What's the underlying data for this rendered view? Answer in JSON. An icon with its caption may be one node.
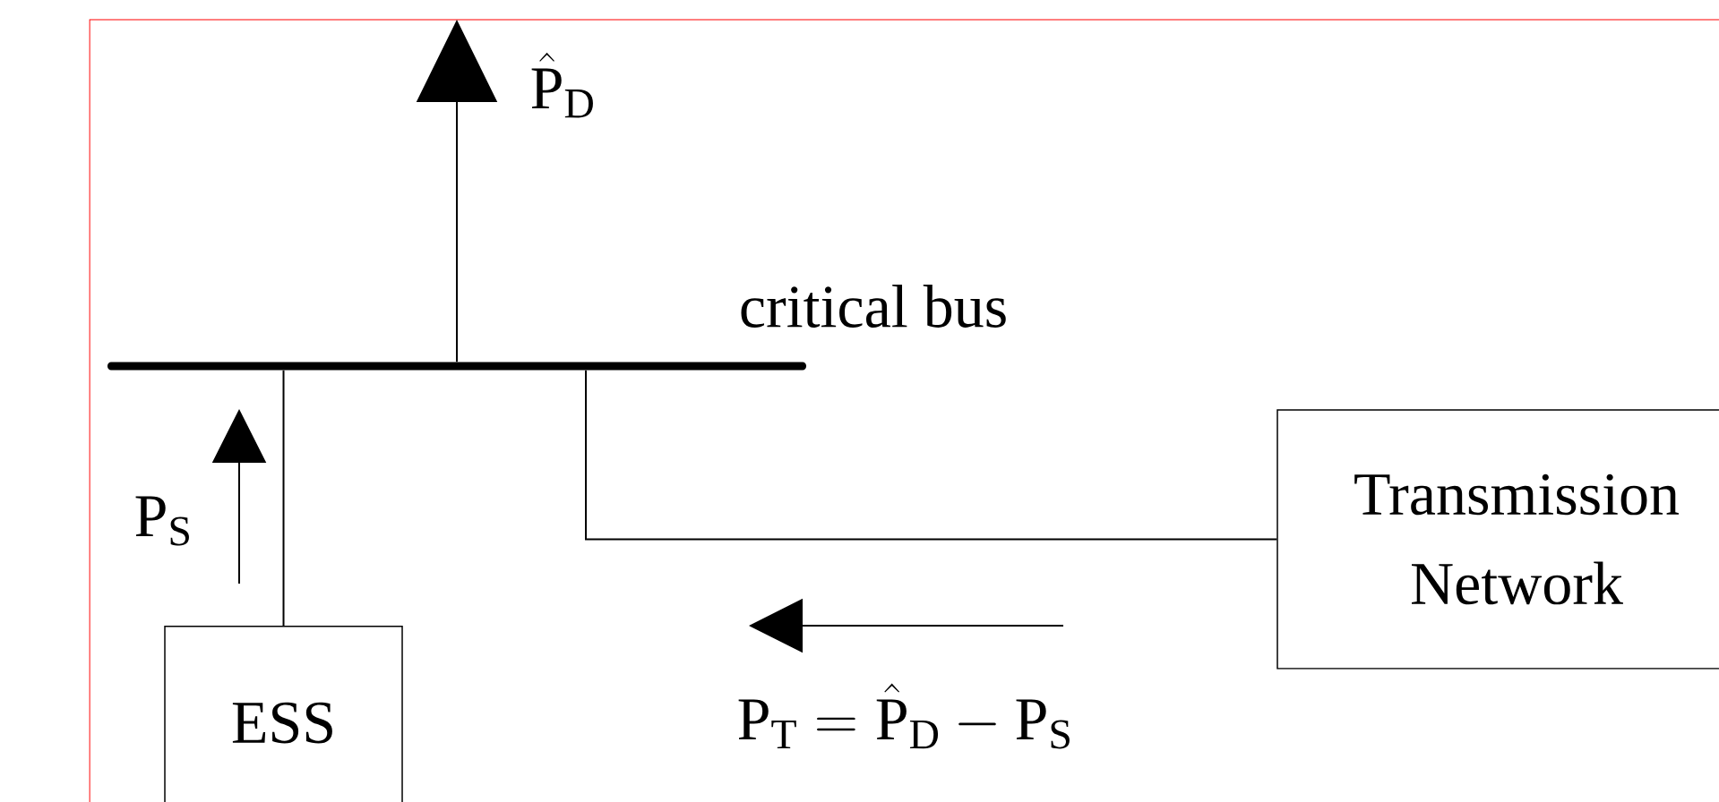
{
  "diagram": {
    "nodes": [
      {
        "text": [],
        "shape": "bar",
        "beside": [
          "critical bus"
        ]
      },
      {
        "text": [
          "ESS"
        ]
      },
      {
        "text": [
          "Transmission Network"
        ]
      }
    ],
    "edges": [
      {
        "from": 0,
        "to": null,
        "arrow": "to"
      },
      {
        "from": 1,
        "to": 0,
        "arrow": "none"
      },
      {
        "from": 0,
        "to": 2,
        "arrow": "none"
      }
    ],
    "labels": [
      "\\hat{\\mathrm{P}}_{\\mathrm{D}}",
      "\\mathrm{P}_{\\mathrm{S}}",
      "\\mathrm{P}_{\\mathrm{T}} = \\hat{\\mathrm{P}}_{\\mathrm{D}} - \\mathrm{P}_{\\mathrm{S}}"
    ]
  }
}
